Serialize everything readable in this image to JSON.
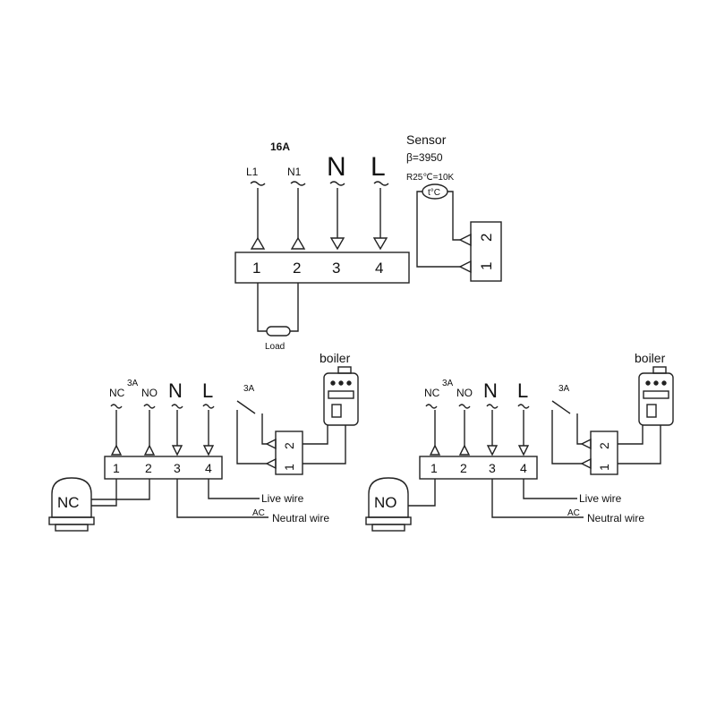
{
  "top": {
    "rating": "16A",
    "terminals": {
      "labels": [
        "L1",
        "N1",
        "N",
        "L"
      ],
      "numbers": [
        "1",
        "2",
        "3",
        "4"
      ]
    },
    "load_label": "Load",
    "sensor": {
      "title": "Sensor",
      "beta": "β=3950",
      "r25": "R25℃=10K",
      "thermistor": "t°C",
      "terminal_numbers": [
        "1",
        "2"
      ]
    }
  },
  "left": {
    "rating": "3A",
    "terminals": {
      "labels": [
        "NC",
        "NO",
        "N",
        "L"
      ],
      "numbers": [
        "1",
        "2",
        "3",
        "4"
      ]
    },
    "actuator_label": "NC",
    "relay_rating": "3A",
    "boiler_label": "boiler",
    "boiler_terminal_numbers": [
      "1",
      "2"
    ],
    "live_wire": "Live wire",
    "ac": "AC",
    "neutral_wire": "Neutral wire"
  },
  "right": {
    "rating": "3A",
    "terminals": {
      "labels": [
        "NC",
        "NO",
        "N",
        "L"
      ],
      "numbers": [
        "1",
        "2",
        "3",
        "4"
      ]
    },
    "actuator_label": "NO",
    "relay_rating": "3A",
    "boiler_label": "boiler",
    "boiler_terminal_numbers": [
      "1",
      "2"
    ],
    "live_wire": "Live wire",
    "ac": "AC",
    "neutral_wire": "Neutral wire"
  }
}
